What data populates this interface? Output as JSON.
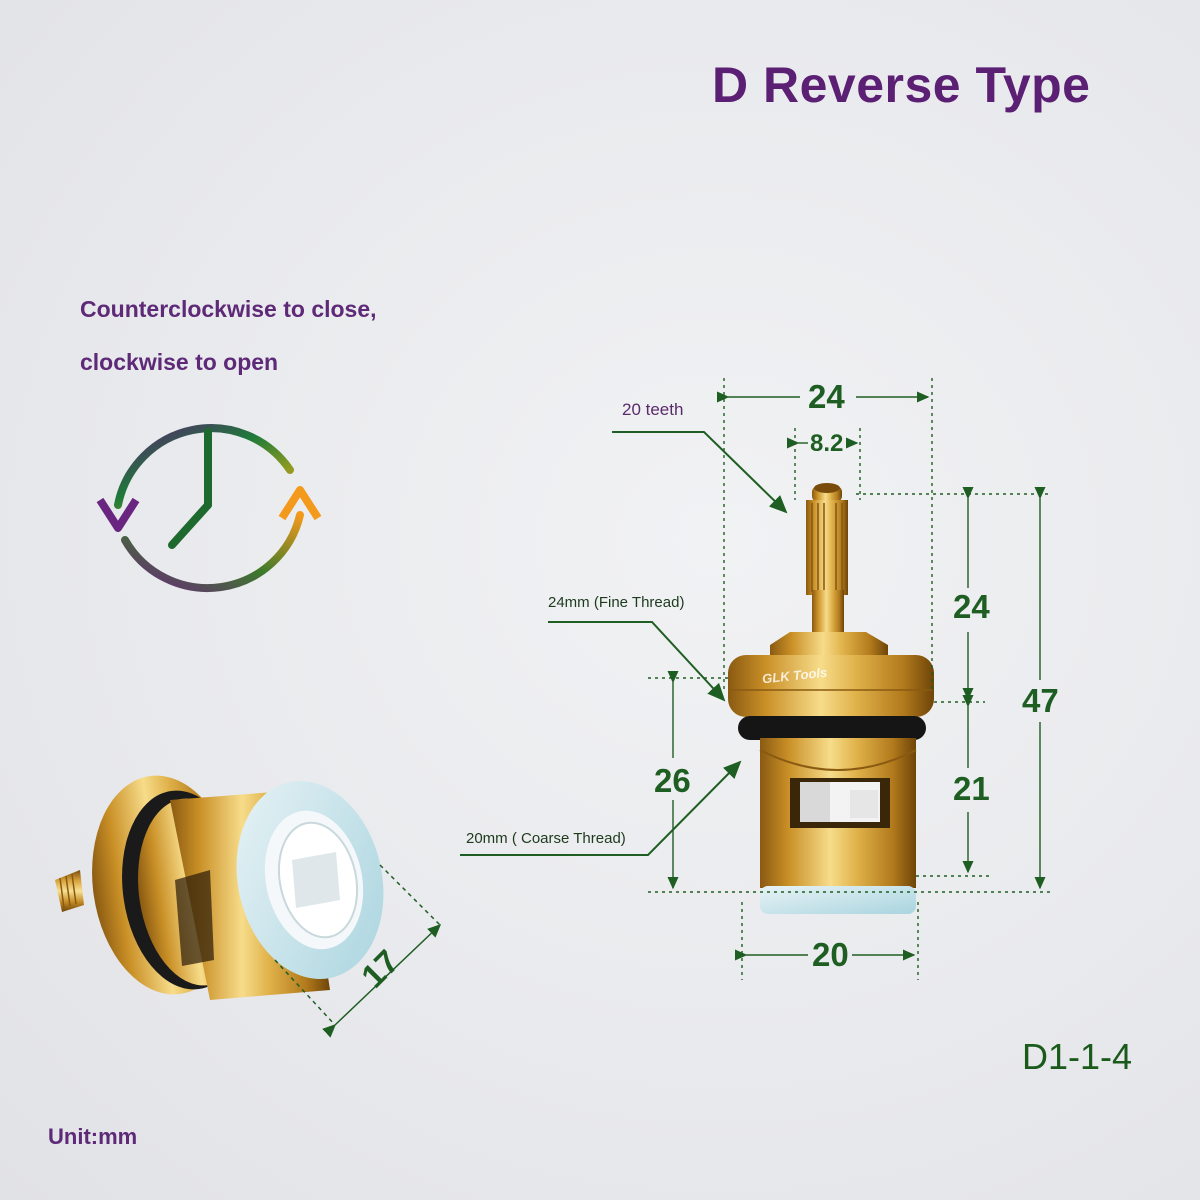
{
  "title": "D Reverse Type",
  "instructions": {
    "line1": "Counterclockwise to close,",
    "line2": "clockwise to open"
  },
  "icons": {
    "clock": "clock-rotation-icon"
  },
  "colors": {
    "title": "#5b1f73",
    "instructions": "#5e2a78",
    "dimension": "#1e5e22",
    "brass": "#d4a23a",
    "clock_gradient": [
      "#5b1f73",
      "#1e7a3a",
      "#f39a1c"
    ]
  },
  "callouts": {
    "teeth": "20 teeth",
    "fine_thread": "24mm (Fine Thread)",
    "coarse_thread": "20mm ( Coarse Thread)"
  },
  "dimensions": {
    "top_width": "24",
    "stem_width": "8.2",
    "upper_height": "24",
    "total_height": "47",
    "lower_height": "21",
    "thread_height": "26",
    "base_width": "20",
    "end_diameter": "17"
  },
  "watermark": "GLK Tools",
  "model_code": "D1-1-4",
  "unit_label": "Unit:mm"
}
